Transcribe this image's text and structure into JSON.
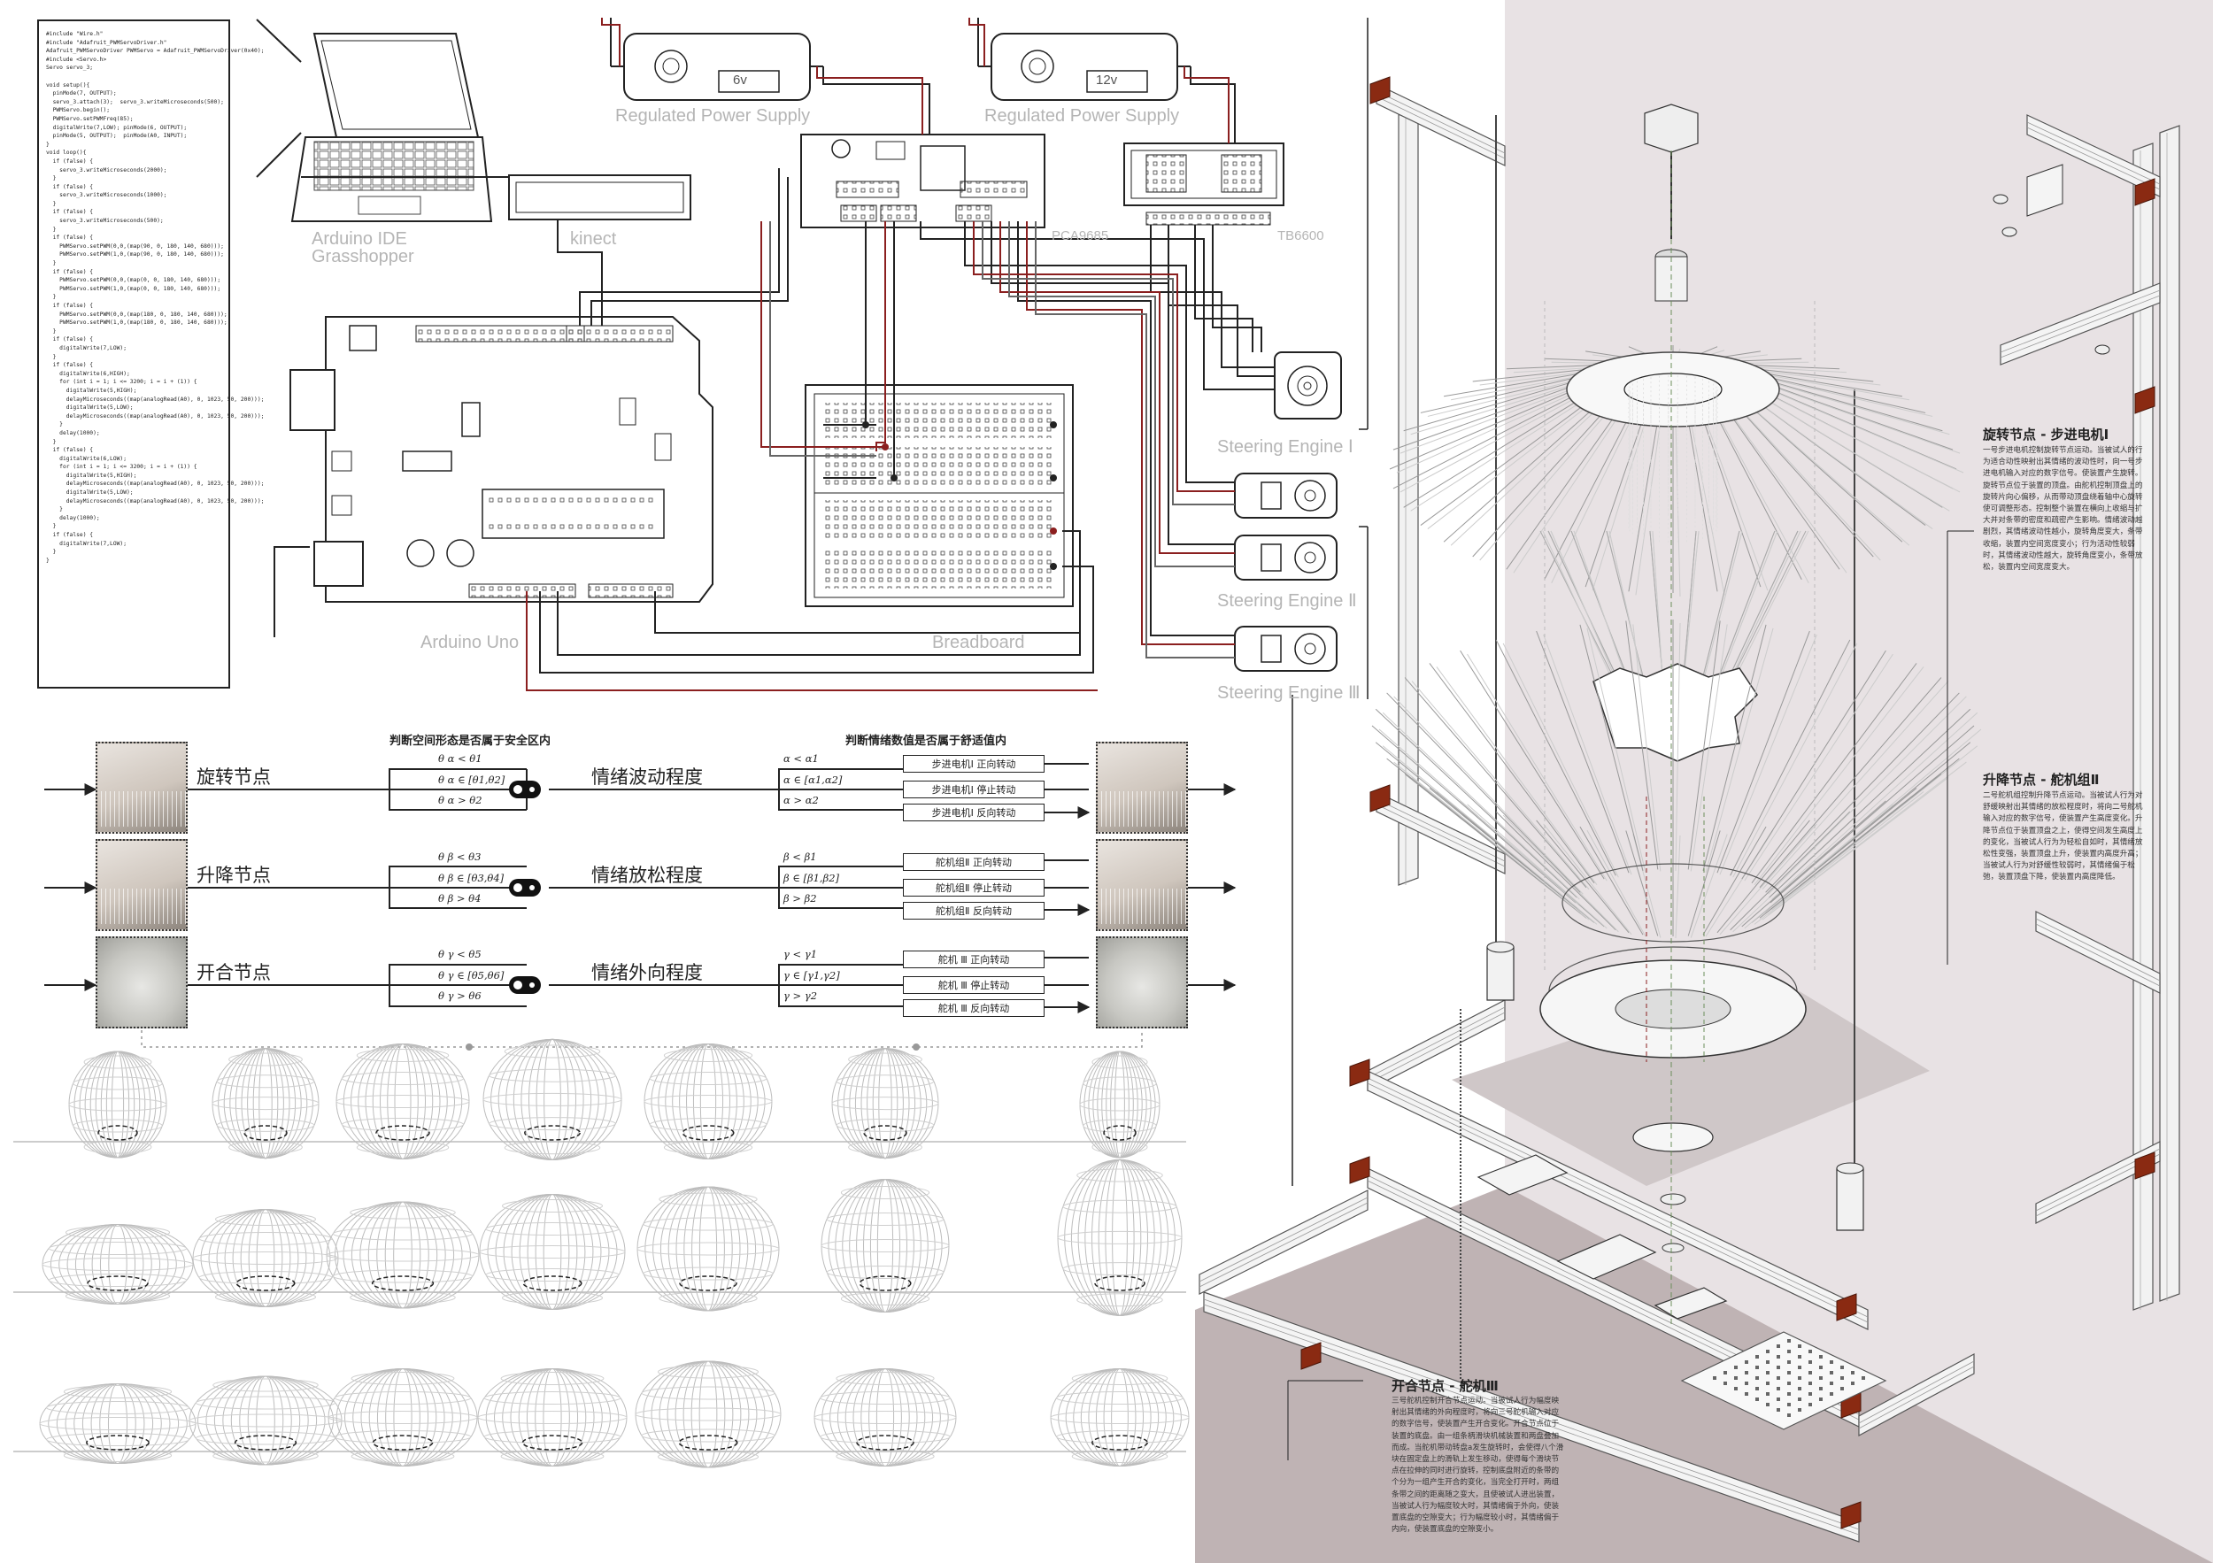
{
  "code_lines": [
    "#include \"Wire.h\"",
    "#include \"Adafruit_PWMServoDriver.h\"",
    "Adafruit_PWMServoDriver PWMServo = Adafruit_PWMServoDriver(0x40);",
    "#include <Servo.h>",
    "Servo servo_3;",
    "",
    "void setup(){",
    "  pinMode(7, OUTPUT);",
    "  servo_3.attach(3);  servo_3.writeMicroseconds(500);",
    "  PWMServo.begin();",
    "  PWMServo.setPWMFreq(85);",
    "  digitalWrite(7,LOW); pinMode(6, OUTPUT);",
    "  pinMode(5, OUTPUT);  pinMode(A0, INPUT);",
    "}",
    "void loop(){",
    "  if (false) {",
    "    servo_3.writeMicroseconds(2000);",
    "  }",
    "  if (false) {",
    "    servo_3.writeMicroseconds(1000);",
    "  }",
    "  if (false) {",
    "    servo_3.writeMicroseconds(500);",
    "  }",
    "  if (false) {",
    "    PWMServo.setPWM(0,0,(map(90, 0, 180, 140, 680)));",
    "    PWMServo.setPWM(1,0,(map(90, 0, 180, 140, 680)));",
    "  }",
    "  if (false) {",
    "    PWMServo.setPWM(0,0,(map(0, 0, 180, 140, 680)));",
    "    PWMServo.setPWM(1,0,(map(0, 0, 180, 140, 680)));",
    "  }",
    "  if (false) {",
    "    PWMServo.setPWM(0,0,(map(180, 0, 180, 140, 680)));",
    "    PWMServo.setPWM(1,0,(map(180, 0, 180, 140, 680)));",
    "  }",
    "  if (false) {",
    "    digitalWrite(7,LOW);",
    "  }",
    "  if (false) {",
    "    digitalWrite(6,HIGH);",
    "    for (int i = 1; i <= 3200; i = i + (1)) {",
    "      digitalWrite(5,HIGH);",
    "      delayMicroseconds((map(analogRead(A0), 0, 1023, 50, 200)));",
    "      digitalWrite(5,LOW);",
    "      delayMicroseconds((map(analogRead(A0), 0, 1023, 50, 200)));",
    "    }",
    "    delay(1000);",
    "  }",
    "  if (false) {",
    "    digitalWrite(6,LOW);",
    "    for (int i = 1; i <= 3200; i = i + (1)) {",
    "      digitalWrite(5,HIGH);",
    "      delayMicroseconds((map(analogRead(A0), 0, 1023, 50, 200)));",
    "      digitalWrite(5,LOW);",
    "      delayMicroseconds((map(analogRead(A0), 0, 1023, 50, 200)));",
    "    }",
    "    delay(1000);",
    "  }",
    "  if (false) {",
    "    digitalWrite(7,LOW);",
    "  }",
    "}"
  ],
  "hardware": {
    "psu1_voltage": "6v",
    "psu2_voltage": "12v",
    "psu1_label": "Regulated Power Supply",
    "psu2_label": "Regulated Power Supply",
    "laptop_label_1": "Arduino IDE",
    "laptop_label_2": "Grasshopper",
    "kinect_label": "kinect",
    "pca_label": "PCA9685",
    "tb_label": "TB6600",
    "steering1": "Steering Engine Ⅰ",
    "steering2": "Steering Engine Ⅱ",
    "steering3": "Steering Engine Ⅲ",
    "arduino_label": "Arduino Uno",
    "breadboard_label": "Breadboard"
  },
  "flow": {
    "header_space": "判断空间形态是否属于安全区内",
    "header_emotion": "判断情绪数值是否属于舒适值内",
    "rows": [
      {
        "node": "旋转节点",
        "emotion": "情绪波动程度",
        "conds_theta": [
          "θ α < θ1",
          "θ α ∈ [θ1,θ2]",
          "θ α > θ2"
        ],
        "conds_val": [
          "α < α1",
          "α ∈ [α1,α2]",
          "α > α2"
        ],
        "actions": [
          "步进电机Ⅰ 正向转动",
          "步进电机Ⅰ 停止转动",
          "步进电机Ⅰ 反向转动"
        ]
      },
      {
        "node": "升降节点",
        "emotion": "情绪放松程度",
        "conds_theta": [
          "θ β < θ3",
          "θ β ∈ [θ3,θ4]",
          "θ β > θ4"
        ],
        "conds_val": [
          "β < β1",
          "β ∈ [β1,β2]",
          "β > β2"
        ],
        "actions": [
          "舵机组Ⅱ 正向转动",
          "舵机组Ⅱ 停止转动",
          "舵机组Ⅱ 反向转动"
        ]
      },
      {
        "node": "开合节点",
        "emotion": "情绪外向程度",
        "conds_theta": [
          "θ γ < θ5",
          "θ γ ∈ [θ5,θ6]",
          "θ γ > θ6"
        ],
        "conds_val": [
          "γ < γ1",
          "γ ∈ [γ1,γ2]",
          "γ > γ2"
        ],
        "actions": [
          "舵机 Ⅲ 正向转动",
          "舵机 Ⅲ 停止转动",
          "舵机 Ⅲ 反向转动"
        ]
      }
    ]
  },
  "annotations": [
    {
      "title": "旋转节点 - 步进电机Ⅰ",
      "body": "一号步进电机控制旋转节点运动。当被试人的行为适合动性映射出其情绪的波动性时，向一号步进电机输入对应的数字信号。使装置产生旋转。旋转节点位于装置的顶盘。由舵机控制顶盘上的旋转片向心偏移，从而带动顶盘绕着轴中心旋转使可调整形态。控制整个装置在横向上收缩与扩大并对条带的密度和疏密产生影响。情绪波动越剧烈，其情绪波动性越小，旋转角度变大，条带收缩，装置内空间宽度变小；行为活动性较弱时，其情绪波动性越大，旋转角度变小，条带放松，装置内空间宽度变大。"
    },
    {
      "title": "升降节点 - 舵机组Ⅱ",
      "body": "二号舵机组控制升降节点运动。当被试人行为对舒缓映射出其情绪的放松程度时，将向二号舵机输入对应的数字信号，使装置产生高度变化。升降节点位于装置顶盘之上，使得空间发生高度上的变化，当被试人行为为轻松自如时，其情绪放松性变强，装置顶盘上升，使装置内高度升高；当被试人行为对舒缓性较弱时，其情绪偏于松弛，装置顶盘下降，使装置内高度降低。"
    },
    {
      "title": "开合节点 - 舵机Ⅲ",
      "body": "三号舵机控制开合节点运动。当被试人行为幅度映射出其情绪的外向程度时，将向三号舵机输入对应的数字信号，使装置产生开合变化。开合节点位于装置的底盘。由一组条柄滑块机械装置和两盘叠加而成。当舵机带动转盘a发生旋转时，会使得八个滑块在固定盘上的滑轨上发生移动，使得每个滑块节点在拉伸的同时进行旋转，控制底盘附近的条带的个分为一组产生开合的变化，当完全打开时，两组条带之间的距离随之变大，且使被试人进出装置，当被试人行为幅度较大时，其情绪偏于外向，使装置底盘的空隙变大；行为幅度较小时，其情绪偏于内向，使装置底盘的空隙变小。"
    }
  ]
}
